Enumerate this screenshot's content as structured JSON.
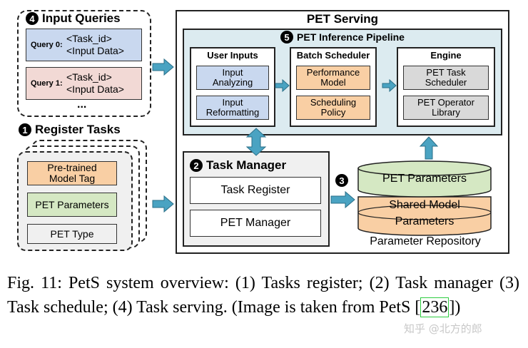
{
  "colors": {
    "blue": "#c9d8ef",
    "orange": "#f9cfa4",
    "green": "#d5e8c3",
    "pink": "#f2d9d5",
    "gray": "#d9d9d9",
    "light_gray": "#f0f0f0",
    "pipeline_bg": "#dcebf0",
    "arrow": "#4aa3c2"
  },
  "input_queries": {
    "number": "4",
    "title": "Input Queries",
    "queries": [
      {
        "label": "Query 0:",
        "line1": "<Task_id>",
        "line2": "<Input Data>"
      },
      {
        "label": "Query 1:",
        "line1": "<Task_id>",
        "line2": "<Input Data>"
      }
    ],
    "ellipsis": "..."
  },
  "register_tasks": {
    "number": "1",
    "title": "Register Tasks",
    "items": [
      "Pre-trained Model Tag",
      "PET Parameters",
      "PET Type"
    ]
  },
  "pet_serving": {
    "title": "PET Serving",
    "pipeline": {
      "number": "5",
      "title": "PET Inference Pipeline",
      "user_inputs": {
        "title": "User Inputs",
        "items": [
          "Input Analyzing",
          "Input Reformatting"
        ]
      },
      "batch_scheduler": {
        "title": "Batch Scheduler",
        "items": [
          "Performance Model",
          "Scheduling Policy"
        ]
      },
      "engine": {
        "title": "Engine",
        "items": [
          "PET Task Scheduler",
          "PET Operator Library"
        ]
      }
    },
    "task_manager": {
      "number": "2",
      "title": "Task Manager",
      "items": [
        "Task Register",
        "PET Manager"
      ]
    },
    "repository": {
      "number": "3",
      "layers": [
        "PET Parameters",
        "Shared Model Parameters"
      ],
      "label": "Parameter Repository"
    }
  },
  "caption": {
    "text": "Fig. 11: PetS system overview: (1) Tasks register; (2) Task manager (3) Task schedule; (4) Task serving. (Image is taken from PetS [",
    "ref": "236",
    "suffix": "])"
  },
  "watermark": "知乎 @北方的郎"
}
